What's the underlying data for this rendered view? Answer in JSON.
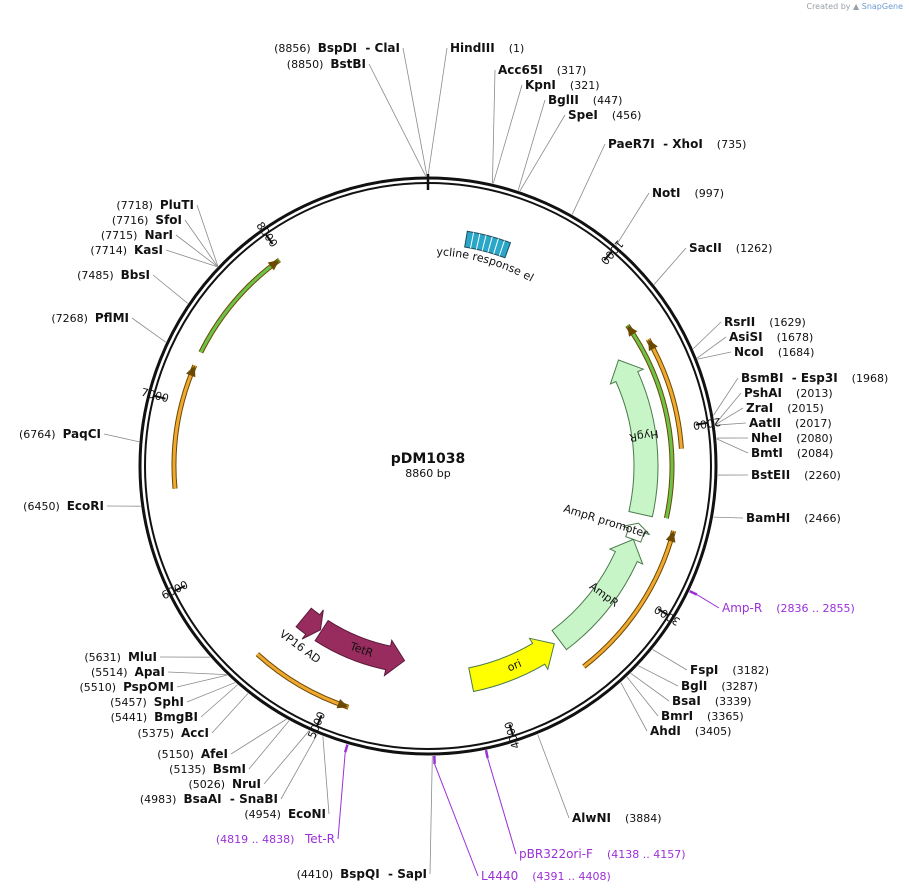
{
  "credit": {
    "prefix": "Created by",
    "brand": "SnapGene"
  },
  "plasmid": {
    "name": "pDM1038",
    "length": "8860 bp",
    "total": 8860
  },
  "ticks": [
    "1000",
    "2000",
    "3000",
    "4000",
    "5000",
    "6000",
    "7000",
    "8000"
  ],
  "sites": [
    {
      "line": [
        "BspDI",
        "ClaI"
      ],
      "pos": "(8856)",
      "side": "L",
      "base": 8856
    },
    {
      "line": [
        "BstBI"
      ],
      "pos": "(8850)",
      "side": "L",
      "base": 8850
    },
    {
      "line": [
        "HindIII"
      ],
      "pos": "(1)",
      "side": "R",
      "base": 1
    },
    {
      "line": [
        "Acc65I"
      ],
      "pos": "(317)",
      "side": "R",
      "base": 317
    },
    {
      "line": [
        "KpnI"
      ],
      "pos": "(321)",
      "side": "R",
      "base": 321
    },
    {
      "line": [
        "BglII"
      ],
      "pos": "(447)",
      "side": "R",
      "base": 447
    },
    {
      "line": [
        "SpeI"
      ],
      "pos": "(456)",
      "side": "R",
      "base": 456
    },
    {
      "line": [
        "PaeR7I",
        "XhoI"
      ],
      "pos": "(735)",
      "side": "R",
      "base": 735
    },
    {
      "line": [
        "NotI"
      ],
      "pos": "(997)",
      "side": "R",
      "base": 997
    },
    {
      "line": [
        "SacII"
      ],
      "pos": "(1262)",
      "side": "R",
      "base": 1262
    },
    {
      "line": [
        "RsrII"
      ],
      "pos": "(1629)",
      "side": "R",
      "base": 1629
    },
    {
      "line": [
        "AsiSI"
      ],
      "pos": "(1678)",
      "side": "R",
      "base": 1678
    },
    {
      "line": [
        "NcoI"
      ],
      "pos": "(1684)",
      "side": "R",
      "base": 1684
    },
    {
      "line": [
        "BsmBI",
        "Esp3I"
      ],
      "pos": "(1968)",
      "side": "R",
      "base": 1968
    },
    {
      "line": [
        "PshAI"
      ],
      "pos": "(2013)",
      "side": "R",
      "base": 2013
    },
    {
      "line": [
        "ZraI"
      ],
      "pos": "(2015)",
      "side": "R",
      "base": 2015
    },
    {
      "line": [
        "AatII"
      ],
      "pos": "(2017)",
      "side": "R",
      "base": 2017
    },
    {
      "line": [
        "NheI"
      ],
      "pos": "(2080)",
      "side": "R",
      "base": 2080
    },
    {
      "line": [
        "BmtI"
      ],
      "pos": "(2084)",
      "side": "R",
      "base": 2084
    },
    {
      "line": [
        "BstEII"
      ],
      "pos": "(2260)",
      "side": "R",
      "base": 2260
    },
    {
      "line": [
        "BamHI"
      ],
      "pos": "(2466)",
      "side": "R",
      "base": 2466
    },
    {
      "line": [
        "FspI"
      ],
      "pos": "(3182)",
      "side": "R",
      "base": 3182
    },
    {
      "line": [
        "BglI"
      ],
      "pos": "(3287)",
      "side": "R",
      "base": 3287
    },
    {
      "line": [
        "BsaI"
      ],
      "pos": "(3339)",
      "side": "R",
      "base": 3339
    },
    {
      "line": [
        "BmrI"
      ],
      "pos": "(3365)",
      "side": "R",
      "base": 3365
    },
    {
      "line": [
        "AhdI"
      ],
      "pos": "(3405)",
      "side": "R",
      "base": 3405
    },
    {
      "line": [
        "AlwNI"
      ],
      "pos": "(3884)",
      "side": "R",
      "base": 3884
    },
    {
      "line": [
        "BspQI",
        "SapI"
      ],
      "pos": "(4410)",
      "side": "L",
      "base": 4410
    },
    {
      "line": [
        "EcoNI"
      ],
      "pos": "(4954)",
      "side": "L",
      "base": 4954
    },
    {
      "line": [
        "BsaAI",
        "SnaBI"
      ],
      "pos": "(4983)",
      "side": "L",
      "base": 4983
    },
    {
      "line": [
        "NruI"
      ],
      "pos": "(5026)",
      "side": "L",
      "base": 5026
    },
    {
      "line": [
        "BsmI"
      ],
      "pos": "(5135)",
      "side": "L",
      "base": 5135
    },
    {
      "line": [
        "AfeI"
      ],
      "pos": "(5150)",
      "side": "L",
      "base": 5150
    },
    {
      "line": [
        "AccI"
      ],
      "pos": "(5375)",
      "side": "L",
      "base": 5375
    },
    {
      "line": [
        "BmgBI"
      ],
      "pos": "(5441)",
      "side": "L",
      "base": 5441
    },
    {
      "line": [
        "SphI"
      ],
      "pos": "(5457)",
      "side": "L",
      "base": 5457
    },
    {
      "line": [
        "PspOMI"
      ],
      "pos": "(5510)",
      "side": "L",
      "base": 5510
    },
    {
      "line": [
        "ApaI"
      ],
      "pos": "(5514)",
      "side": "L",
      "base": 5514
    },
    {
      "line": [
        "MluI"
      ],
      "pos": "(5631)",
      "side": "L",
      "base": 5631
    },
    {
      "line": [
        "EcoRI"
      ],
      "pos": "(6450)",
      "side": "L",
      "base": 6450
    },
    {
      "line": [
        "PaqCI"
      ],
      "pos": "(6764)",
      "side": "L",
      "base": 6764
    },
    {
      "line": [
        "PflMI"
      ],
      "pos": "(7268)",
      "side": "L",
      "base": 7268
    },
    {
      "line": [
        "BbsI"
      ],
      "pos": "(7485)",
      "side": "L",
      "base": 7485
    },
    {
      "line": [
        "KasI"
      ],
      "pos": "(7714)",
      "side": "L",
      "base": 7714
    },
    {
      "line": [
        "NarI"
      ],
      "pos": "(7715)",
      "side": "L",
      "base": 7715
    },
    {
      "line": [
        "SfoI"
      ],
      "pos": "(7716)",
      "side": "L",
      "base": 7716
    },
    {
      "line": [
        "PluTI"
      ],
      "pos": "(7718)",
      "side": "L",
      "base": 7718
    }
  ],
  "primers": [
    {
      "name": "Amp-R",
      "range": "(2836 .. 2855)",
      "side": "R"
    },
    {
      "name": "pBR322ori-F",
      "range": "(4138 .. 4157)",
      "side": "R"
    },
    {
      "name": "L4440",
      "range": "(4391 .. 4408)",
      "side": "R"
    },
    {
      "name": "Tet-R",
      "range": "(4819 .. 4838)",
      "side": "L"
    }
  ],
  "features": [
    {
      "name": "tetracycline response element",
      "start": 235,
      "end": 500,
      "kind": "box",
      "color": "#2aa6c9"
    },
    {
      "name": "HygR",
      "start": 1500,
      "end": 2530,
      "kind": "arrow",
      "dir": "ccw",
      "color": "#c8f5c8"
    },
    {
      "name": "AmpR promoter",
      "start": 2590,
      "end": 2700,
      "kind": "arrow",
      "dir": "ccw",
      "color": "#ffffff"
    },
    {
      "name": "AmpR",
      "start": 2700,
      "end": 3520,
      "kind": "arrow",
      "dir": "ccw",
      "color": "#c8f5c8"
    },
    {
      "name": "ori",
      "start": 3560,
      "end": 4150,
      "kind": "arrow",
      "dir": "ccw",
      "color": "#ffff00"
    },
    {
      "name": "TetR",
      "start": 4600,
      "end": 5240,
      "kind": "arrow",
      "dir": "ccw",
      "color": "#992c5f"
    },
    {
      "name": "VP16 AD",
      "start": 5250,
      "end": 5400,
      "kind": "arrow",
      "dir": "ccw",
      "color": "#992c5f"
    }
  ],
  "orfs": [
    {
      "start": 1480,
      "end": 2120,
      "dir": "ccw",
      "color": "#f0a830",
      "layer": "inner"
    },
    {
      "start": 1350,
      "end": 2520,
      "dir": "ccw",
      "color": "#6cc24a",
      "layer": "outer"
    },
    {
      "start": 2580,
      "end": 3500,
      "dir": "ccw",
      "color": "#f0a830",
      "layer": "inner"
    },
    {
      "start": 4880,
      "end": 5470,
      "dir": "ccw",
      "color": "#f0a830",
      "layer": "inner"
    },
    {
      "start": 6520,
      "end": 7220,
      "dir": "cw",
      "color": "#f0a830",
      "layer": "inner"
    },
    {
      "start": 7300,
      "end": 7980,
      "dir": "cw",
      "color": "#6cc24a",
      "layer": "inner"
    }
  ]
}
